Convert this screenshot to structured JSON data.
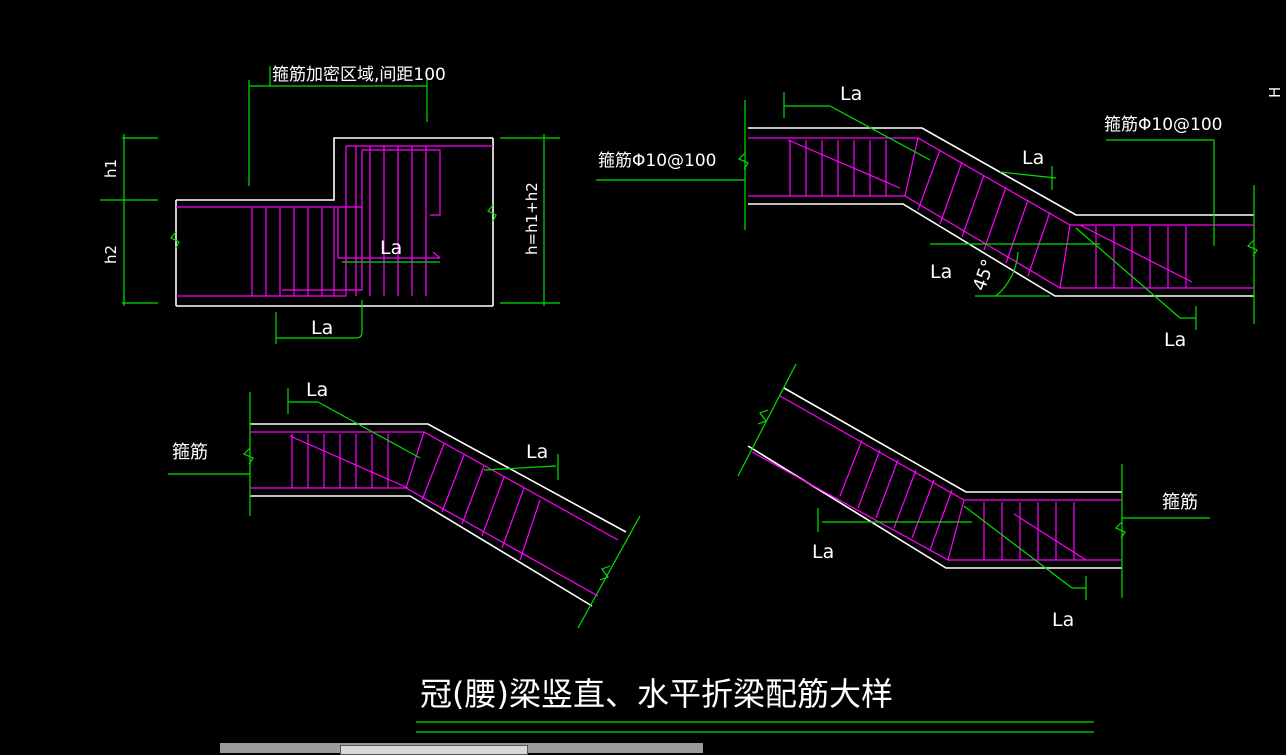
{
  "labels": {
    "stirrup_dense_zone": "箍筋加密区域,间距100",
    "h1": "h1",
    "h2": "h2",
    "h_total": "h=h1+h2",
    "La": "La",
    "stirrup_spec": "箍筋Φ10@100",
    "stirrup": "箍筋",
    "angle_45": "45°",
    "H_partial": "H",
    "drawing_title": "冠(腰)梁竖直、水平折梁配筋大样"
  },
  "colors": {
    "background": "#000000",
    "outline": "#ffffff",
    "dimension": "#00e000",
    "rebar": "#ff00ff",
    "text": "#ffffff"
  }
}
